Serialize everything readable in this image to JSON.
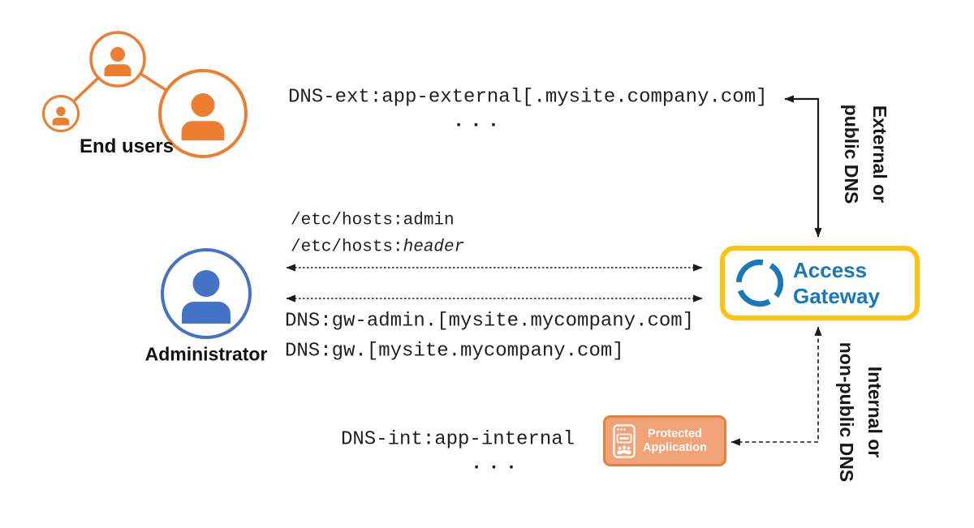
{
  "end_users": {
    "label": "End users"
  },
  "administrator": {
    "label": "Administrator"
  },
  "annotations": {
    "dns_ext": "DNS-ext:app-external[.mysite.company.com]",
    "ellipsis_top": "...",
    "etc_hosts_admin": "/etc/hosts:admin",
    "etc_hosts_header_prefix": "/etc/hosts:",
    "etc_hosts_header_italic": "header",
    "dns_gw_admin": "DNS:gw-admin.[mysite.mycompany.com]",
    "dns_gw": "DNS:gw.[mysite.mycompany.com]",
    "dns_int": "DNS-int:app-internal",
    "ellipsis_bottom": "..."
  },
  "side_labels": {
    "external_dns": {
      "line1": "External or",
      "line2": "public DNS"
    },
    "internal_dns": {
      "line1": "Internal or",
      "line2": "non-public DNS"
    }
  },
  "access_gateway": {
    "line1": "Access",
    "line2": "Gateway"
  },
  "protected_application": {
    "line1": "Protected",
    "line2": "Application"
  },
  "icons": {
    "end_users": "group-of-users-icon",
    "administrator": "single-user-icon",
    "access_gateway_logo": "segmented-ring-icon",
    "protected_application": "browser-window-users-icon"
  },
  "colors": {
    "end_users_orange": "#ED7D31",
    "admin_blue": "#4472C4",
    "gateway_blue": "#1778BE",
    "gateway_border_yellow": "#FFC20E",
    "protected_fill": "#F1A276",
    "protected_border": "#E2823E",
    "connector_black": "#1a1a1a"
  }
}
